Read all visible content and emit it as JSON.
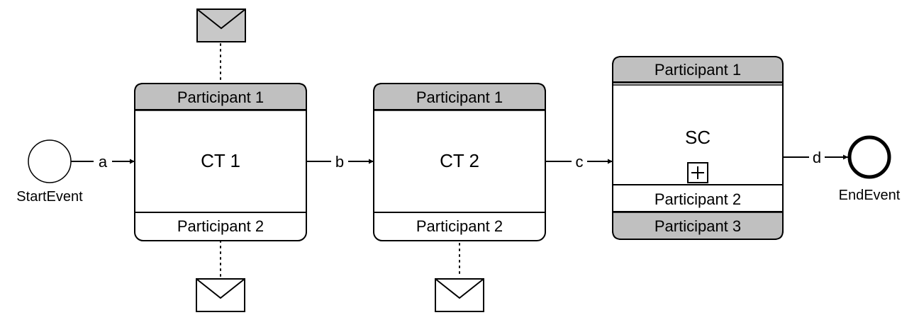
{
  "start_event": {
    "label": "StartEvent"
  },
  "end_event": {
    "label": "EndEvent"
  },
  "flows": {
    "a": "a",
    "b": "b",
    "c": "c",
    "d": "d"
  },
  "ct1": {
    "name": "CT 1",
    "top_participant": "Participant 1",
    "bottom_participant": "Participant 2"
  },
  "ct2": {
    "name": "CT 2",
    "top_participant": "Participant 1",
    "bottom_participant": "Participant 2"
  },
  "sc": {
    "name": "SC",
    "top_participant": "Participant 1",
    "bottom_participant_1": "Participant 2",
    "bottom_participant_2": "Participant 3"
  },
  "colors": {
    "band_fill": "#c0c0c0",
    "stroke": "#000000",
    "message_initiating": "#c8c8c8",
    "message_return": "#ffffff"
  }
}
